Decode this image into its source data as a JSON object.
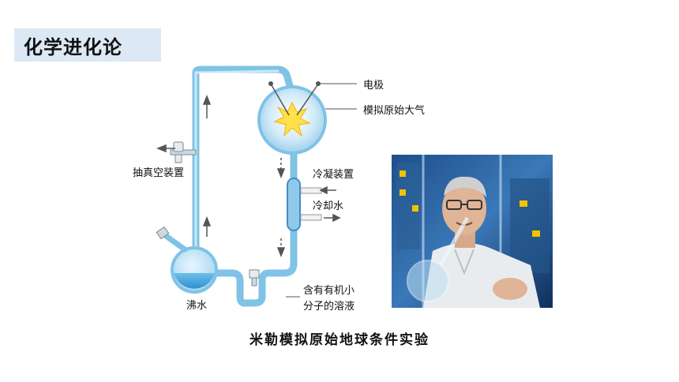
{
  "title": "化学进化论",
  "labels": {
    "electrode": "电极",
    "atmosphere": "模拟原始大气",
    "vacuum": "抽真空装置",
    "condenser": "冷凝装置",
    "cooling_water": "冷却水",
    "boiling_water": "沸水",
    "solution_line1": "含有有机小",
    "solution_line2": "分子的溶液"
  },
  "caption": "米勒模拟原始地球条件实验",
  "colors": {
    "tube": "#7fc3e6",
    "tube_dark": "#3f8fc4",
    "title_bg": "#dce9f5",
    "spark": "#ffe14a"
  }
}
